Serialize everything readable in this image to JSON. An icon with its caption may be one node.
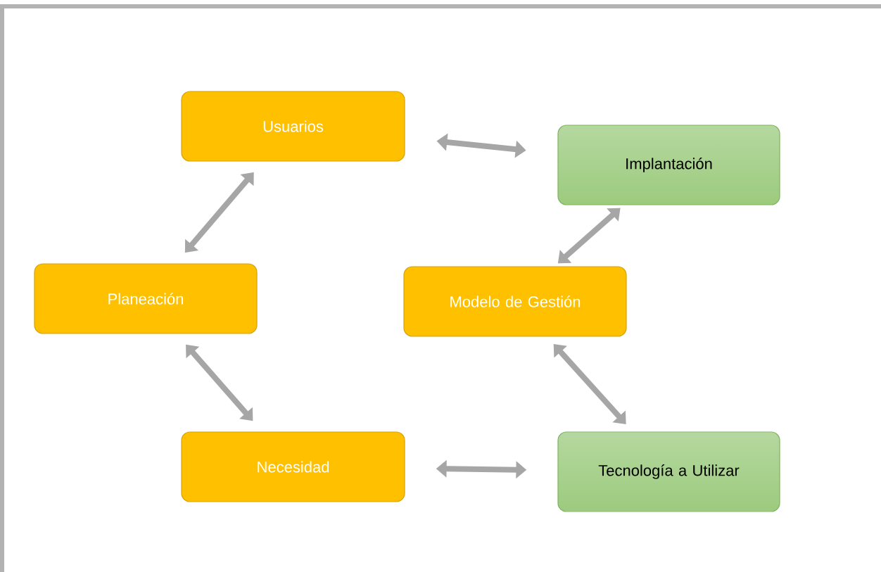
{
  "diagram": {
    "nodes": [
      {
        "text": [
          "Usuarios"
        ]
      },
      {
        "text": [
          "Implantación"
        ]
      },
      {
        "text": [
          "Planeación"
        ]
      },
      {
        "text": [
          "Modelo de Gestión"
        ]
      },
      {
        "text": [
          "Necesidad"
        ]
      },
      {
        "text": [
          "Tecnología a Utilizar"
        ]
      }
    ],
    "edges": [
      {
        "from": 0,
        "to": 1,
        "arrow": "both"
      },
      {
        "from": 1,
        "to": 3,
        "arrow": "both"
      },
      {
        "from": 3,
        "to": 5,
        "arrow": "both"
      },
      {
        "from": 4,
        "to": 5,
        "arrow": "both"
      },
      {
        "from": 2,
        "to": 4,
        "arrow": "both"
      },
      {
        "from": 2,
        "to": 0,
        "arrow": "both"
      }
    ]
  }
}
